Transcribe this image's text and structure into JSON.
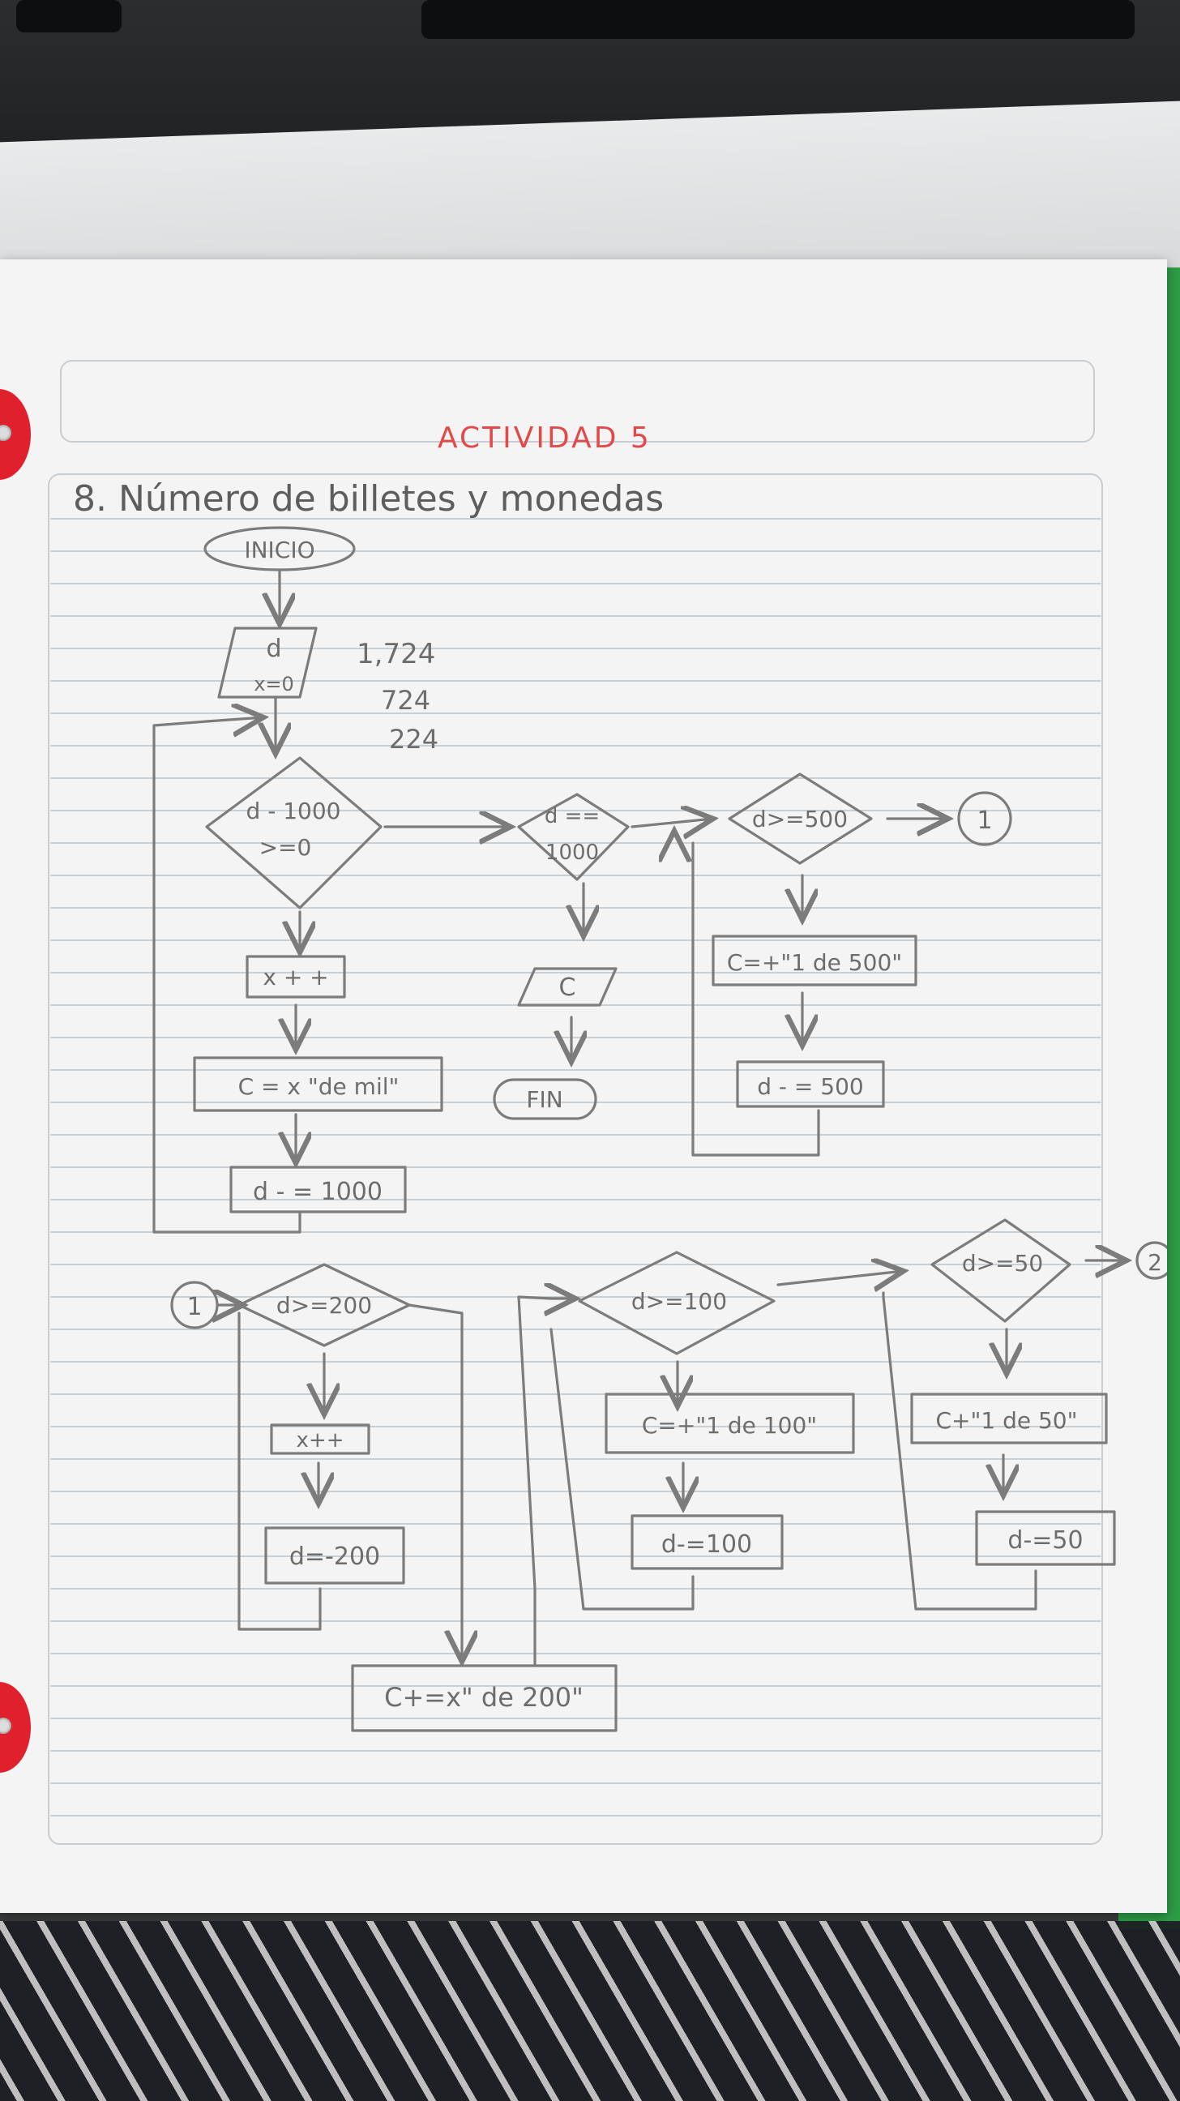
{
  "header": "ACTIVIDAD 5",
  "exercise_title": "8. Número de billetes y monedas",
  "start_label": "INICIO",
  "end_label": "FIN",
  "input": {
    "top": "d",
    "bottom": "x=0"
  },
  "calc_notes": [
    "1,724",
    "724",
    "224"
  ],
  "row1": {
    "decision_1000": {
      "line1": "d - 1000",
      "line2": ">=0"
    },
    "inc_x": "x + +",
    "out_mil": "C = x \"de mil\"",
    "sub_1000": "d - = 1000",
    "decision_eq1000": {
      "line1": "d ==",
      "line2": "1000"
    },
    "output_c": "C",
    "decision_500": "d>=500",
    "out_500": "C=+\"1 de 500\"",
    "sub_500": "d - = 500",
    "connector": "1"
  },
  "row2": {
    "connector_in": "1",
    "decision_200": "d>=200",
    "inc_x": "x++",
    "sub_200": "d=-200",
    "out_200": "C+=x\" de 200\"",
    "decision_100": "d>=100",
    "out_100": "C=+\"1 de 100\"",
    "sub_100": "d-=100",
    "decision_50": "d>=50",
    "out_50": "C+\"1 de 50\"",
    "sub_50": "d-=50",
    "connector_out": "2"
  },
  "colors": {
    "pencil": "#7c7c7c",
    "header_red": "#e24a4a",
    "binder_green": "#2e9d46",
    "ring_red": "#e0202d"
  }
}
